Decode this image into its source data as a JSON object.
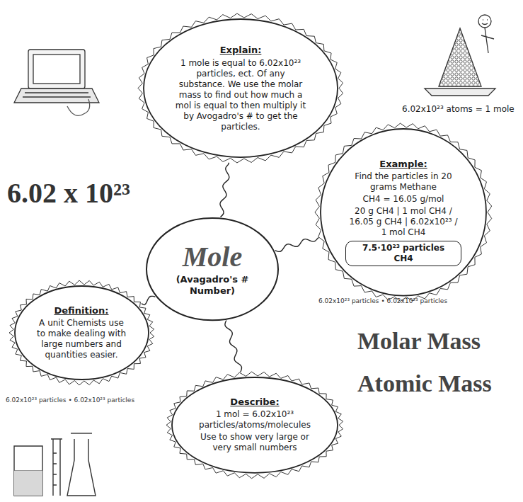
{
  "diagram": {
    "nodes": [
      {
        "text": [
          "Explain:",
          "1 mole is equal to 6.02x10²³ particles, ect. Of any substance. We use the molar mass to find out how much a mol is equal to then multiply it by Avogadro's # to get the particles."
        ]
      },
      {
        "text": [
          "Example:",
          "Find the particles in 20 grams Methane",
          "CH4 = 16.05 g/mol",
          "20 g CH4 | 1 mol CH4 / 16.05 g CH4 | 6.02x10²³ / 1 mol CH4",
          "7.5·10²³ particles CH4"
        ]
      },
      {
        "text": [
          "Mole",
          "(Avagadro's # Number)"
        ]
      },
      {
        "text": [
          "Definition:",
          "A unit Chemists use to make dealing with large numbers and quantities easier."
        ]
      },
      {
        "text": [
          "Describe:",
          "1 mol = 6.02x10²³ particles/atoms/molecules",
          "Use to show very large or very small numbers"
        ]
      }
    ],
    "edges": [
      {
        "from": 2,
        "to": 0,
        "arrow": "none"
      },
      {
        "from": 2,
        "to": 1,
        "arrow": "none"
      },
      {
        "from": 2,
        "to": 3,
        "arrow": "none"
      },
      {
        "from": 2,
        "to": 4,
        "arrow": "none"
      }
    ],
    "labels": [
      "6.02 x 10²³",
      "6.02x10²³ atoms = 1 mole",
      "Molar Mass",
      "Atomic Mass",
      "6.02x10²³ particles • 6.02x10²³ particles",
      "6.02x10²³ particles • 6.02x10²³ particles"
    ]
  }
}
